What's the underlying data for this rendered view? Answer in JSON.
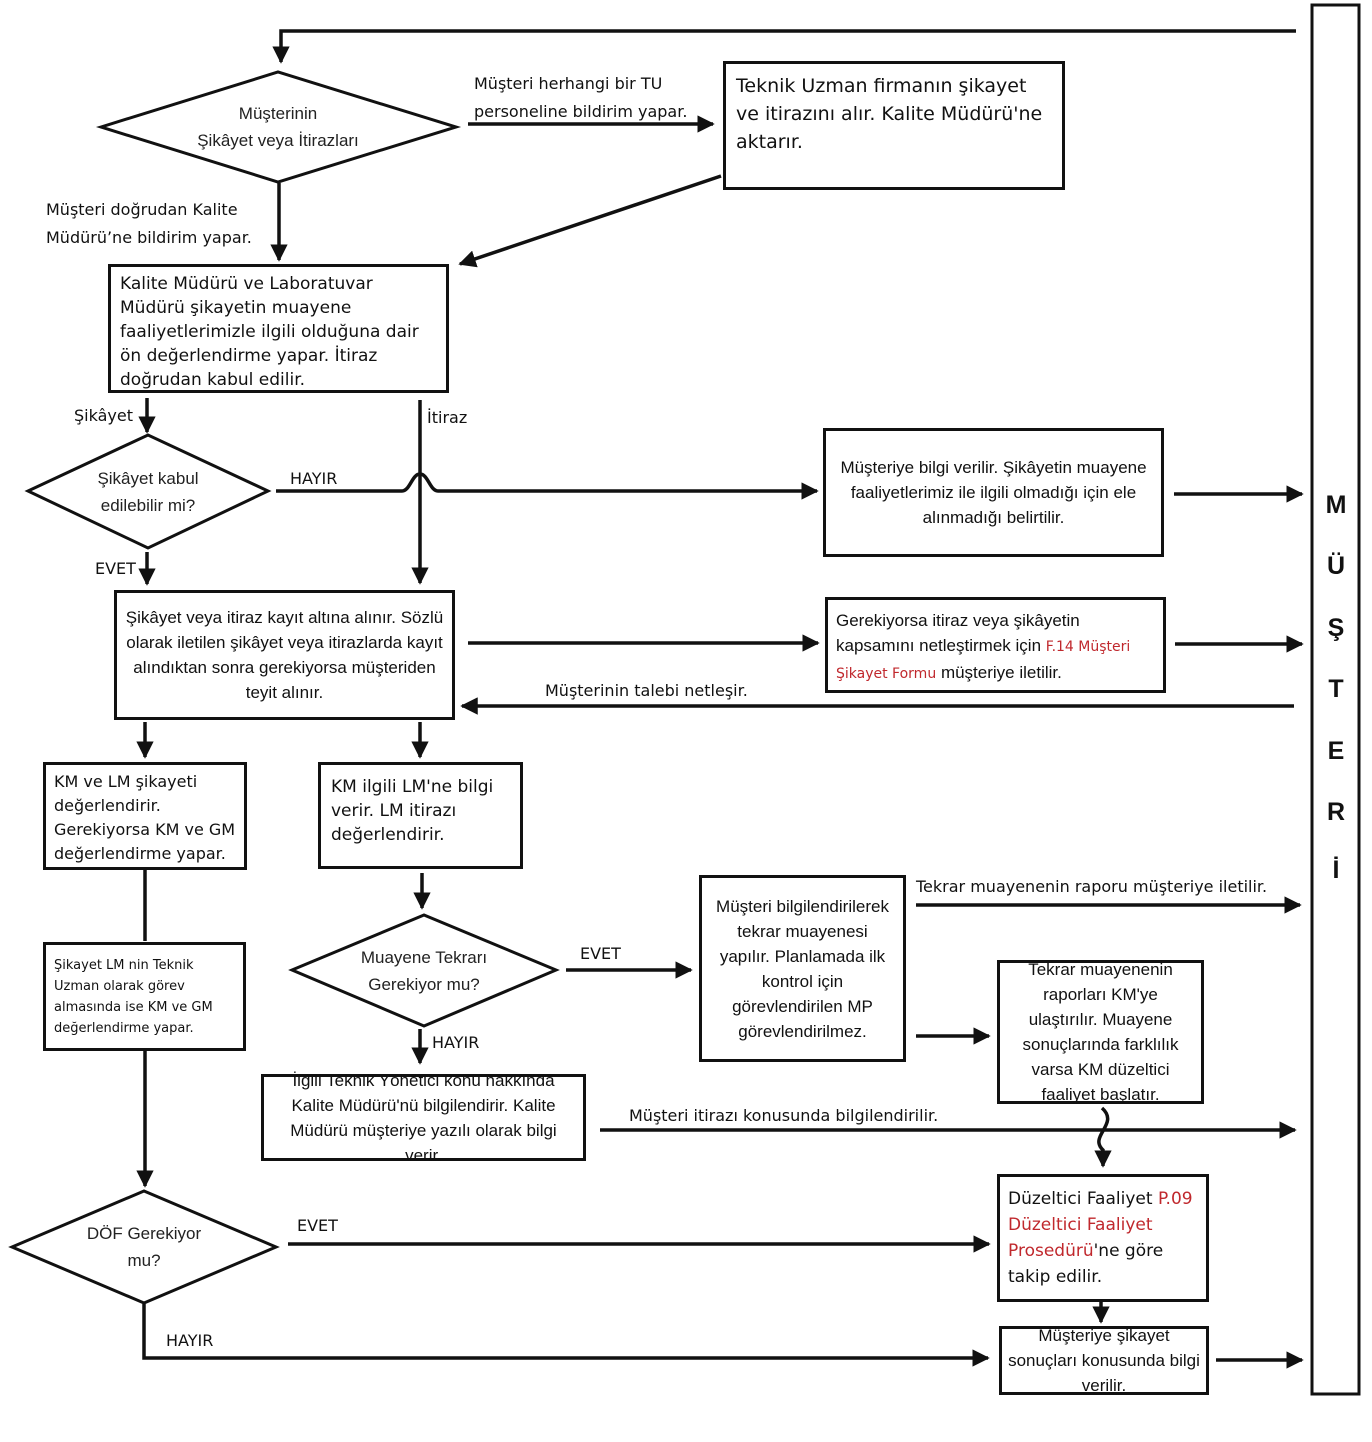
{
  "diamonds": {
    "d1": [
      "Müşterinin",
      "Şikâyet veya İtirazları"
    ],
    "d2": [
      "Şikâyet kabul",
      "edilebilir mi?"
    ],
    "d3": [
      "Muayene Tekrarı",
      "Gerekiyor mu?"
    ],
    "d4": [
      "DÖF Gerekiyor",
      "mu?"
    ]
  },
  "boxes": {
    "b1": "Teknik Uzman firmanın şikayet ve itirazını alır. Kalite Müdürü'ne aktarır.",
    "b2": "Kalite Müdürü ve Laboratuvar Müdürü şikayetin muayene faaliyetlerimizle ilgili olduğuna dair ön değerlendirme yapar. İtiraz doğrudan kabul edilir.",
    "b3": "Müşteriye bilgi verilir. Şikâyetin muayene faaliyetlerimiz ile ilgili olmadığı için ele alınmadığı belirtilir.",
    "b4": "Şikâyet veya itiraz kayıt altına alınır. Sözlü olarak iletilen şikâyet veya itirazlarda kayıt alındıktan sonra gerekiyorsa müşteriden teyit alınır.",
    "b5_pre": "Gerekiyorsa itiraz veya şikâyetin kapsamını netleştirmek için",
    "b5_ref": "F.14 Müşteri Şikayet Formu",
    "b5_post": "müşteriye iletilir.",
    "b6": "KM ve LM şikayeti değerlendirir. Gerekiyorsa KM ve GM değerlendirme yapar.",
    "b7": "KM ilgili LM'ne bilgi verir. LM itirazı değerlendirir.",
    "b8": "Şikayet LM nin Teknik Uzman olarak görev almasında ise KM ve GM değerlendirme yapar.",
    "b9": "Müşteri bilgilendirilerek tekrar muayenesi yapılır. Planlamada ilk kontrol için görevlendirilen MP görevlendirilmez.",
    "b10": "Tekrar muayenenin raporları KM'ye ulaştırılır. Muayene sonuçlarında farklılık varsa KM düzeltici faaliyet başlatır.",
    "b11": "İlgili Teknik Yönetici konu hakkında Kalite Müdürü'nü bilgilendirir. Kalite Müdürü müşteriye yazılı olarak bilgi verir.",
    "b12_pre": "Düzeltici Faaliyet",
    "b12_ref": "P.09 Düzeltici Faaliyet Prosedürü",
    "b12_post": "'ne göre takip edilir.",
    "b13": "Müşteriye şikayet sonuçları konusunda bilgi verilir."
  },
  "labels": {
    "notify_tu_1": "Müşteri herhangi bir TU",
    "notify_tu_2": "personeline bildirim yapar.",
    "direct_km_1": "Müşteri doğrudan Kalite",
    "direct_km_2": "Müdürü’ne bildirim yapar.",
    "sikayet": "Şikâyet",
    "itiraz": "İtiraz",
    "hayir": "HAYIR",
    "evet": "EVET",
    "talep": "Müşterinin talebi netleşir.",
    "tekrar_rapor": "Tekrar muayenenin raporu müşteriye iletilir.",
    "itiraz_bilgi": "Müşteri itirazı konusunda bilgilendirilir."
  },
  "side_letters": [
    "M",
    "Ü",
    "Ş",
    "T",
    "E",
    "R",
    "İ"
  ]
}
